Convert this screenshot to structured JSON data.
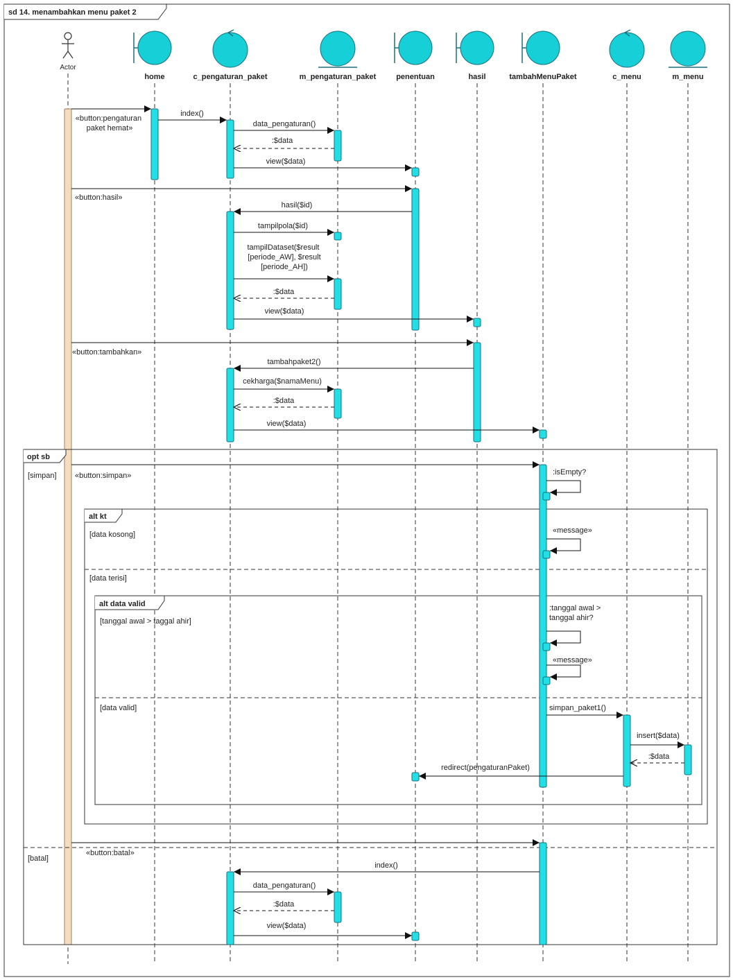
{
  "frame": {
    "title": "sd 14. menambahkan menu paket 2"
  },
  "actor": {
    "name": "Actor"
  },
  "lifelines": [
    {
      "id": "home",
      "name": "home",
      "type": "boundary"
    },
    {
      "id": "c_pengaturan_paket",
      "name": "c_pengaturan_paket",
      "type": "control"
    },
    {
      "id": "m_pengaturan_paket",
      "name": "m_pengaturan_paket",
      "type": "entity"
    },
    {
      "id": "penentuan",
      "name": "penentuan",
      "type": "boundary"
    },
    {
      "id": "hasil",
      "name": "hasil",
      "type": "boundary"
    },
    {
      "id": "tambahMenuPaket",
      "name": "tambahMenuPaket",
      "type": "boundary"
    },
    {
      "id": "c_menu",
      "name": "c_menu",
      "type": "control"
    },
    {
      "id": "m_menu",
      "name": "m_menu",
      "type": "entity"
    }
  ],
  "messages": [
    {
      "label": "«button:pengaturan\npaket hemat»",
      "from": "actor",
      "to": "home",
      "kind": "sync"
    },
    {
      "label": "index()",
      "from": "home",
      "to": "c_pengaturan_paket",
      "kind": "sync"
    },
    {
      "label": "data_pengaturan()",
      "from": "c_pengaturan_paket",
      "to": "m_pengaturan_paket",
      "kind": "sync"
    },
    {
      "label": ":$data",
      "from": "m_pengaturan_paket",
      "to": "c_pengaturan_paket",
      "kind": "return"
    },
    {
      "label": "view($data)",
      "from": "c_pengaturan_paket",
      "to": "penentuan",
      "kind": "sync"
    },
    {
      "label": "«button:hasil»",
      "from": "actor",
      "to": "penentuan",
      "kind": "sync"
    },
    {
      "label": "hasil($id)",
      "from": "penentuan",
      "to": "c_pengaturan_paket",
      "kind": "sync"
    },
    {
      "label": "tampilpola($id)",
      "from": "c_pengaturan_paket",
      "to": "m_pengaturan_paket",
      "kind": "sync"
    },
    {
      "label": "tampilDataset($result\n[periode_AW], $result\n[periode_AH])",
      "from": "c_pengaturan_paket",
      "to": "m_pengaturan_paket",
      "kind": "sync"
    },
    {
      "label": ":$data",
      "from": "m_pengaturan_paket",
      "to": "c_pengaturan_paket",
      "kind": "return"
    },
    {
      "label": "view($data)",
      "from": "c_pengaturan_paket",
      "to": "hasil",
      "kind": "sync"
    },
    {
      "label": "«button:tambahkan»",
      "from": "actor",
      "to": "hasil",
      "kind": "sync"
    },
    {
      "label": "tambahpaket2()",
      "from": "hasil",
      "to": "c_pengaturan_paket",
      "kind": "sync"
    },
    {
      "label": "cekharga($namaMenu)",
      "from": "c_pengaturan_paket",
      "to": "m_pengaturan_paket",
      "kind": "sync"
    },
    {
      "label": ":$data",
      "from": "m_pengaturan_paket",
      "to": "c_pengaturan_paket",
      "kind": "return"
    },
    {
      "label": "view($data)",
      "from": "c_pengaturan_paket",
      "to": "tambahMenuPaket",
      "kind": "sync"
    },
    {
      "label": "«button:simpan»",
      "from": "actor",
      "to": "tambahMenuPaket",
      "kind": "sync"
    },
    {
      "label": ":isEmpty?",
      "from": "tambahMenuPaket",
      "to": "tambahMenuPaket",
      "kind": "self"
    },
    {
      "label": "«message»",
      "from": "tambahMenuPaket",
      "to": "tambahMenuPaket",
      "kind": "self"
    },
    {
      "label": ":tanggal awal >\ntanggal ahir?",
      "from": "tambahMenuPaket",
      "to": "tambahMenuPaket",
      "kind": "self"
    },
    {
      "label": "«message»",
      "from": "tambahMenuPaket",
      "to": "tambahMenuPaket",
      "kind": "self"
    },
    {
      "label": "simpan_paket1()",
      "from": "tambahMenuPaket",
      "to": "c_menu",
      "kind": "sync"
    },
    {
      "label": "insert($data)",
      "from": "c_menu",
      "to": "m_menu",
      "kind": "sync"
    },
    {
      "label": ":$data",
      "from": "m_menu",
      "to": "c_menu",
      "kind": "return"
    },
    {
      "label": "redirect(pengaturanPaket)",
      "from": "c_menu",
      "to": "penentuan",
      "kind": "sync"
    },
    {
      "label": "«button:batal»",
      "from": "actor",
      "to": "tambahMenuPaket",
      "kind": "sync"
    },
    {
      "label": "index()",
      "from": "tambahMenuPaket",
      "to": "c_pengaturan_paket",
      "kind": "sync"
    },
    {
      "label": "data_pengaturan()",
      "from": "c_pengaturan_paket",
      "to": "m_pengaturan_paket",
      "kind": "sync"
    },
    {
      "label": ":$data",
      "from": "m_pengaturan_paket",
      "to": "c_pengaturan_paket",
      "kind": "return"
    },
    {
      "label": "view($data)",
      "from": "c_pengaturan_paket",
      "to": "penentuan",
      "kind": "sync"
    }
  ],
  "fragments": [
    {
      "id": "opt_sb",
      "operator": "opt sb",
      "guards": [
        "[simpan]",
        "[batal]"
      ]
    },
    {
      "id": "alt_kt",
      "operator": "alt kt",
      "guards": [
        "[data kosong]",
        "[data terisi]"
      ]
    },
    {
      "id": "alt_data_valid",
      "operator": "alt data valid",
      "guards": [
        "[tanggal awal > taggal ahir]",
        "[data valid]"
      ]
    }
  ],
  "colors": {
    "lifeline_fill": "#17cfd6",
    "lifeline_stroke": "#1a6f7a",
    "activation_fill": "#22dfe6",
    "actor_activation_fill": "#f3dcc0",
    "actor_activation_stroke": "#9b8260",
    "line": "#111111"
  }
}
